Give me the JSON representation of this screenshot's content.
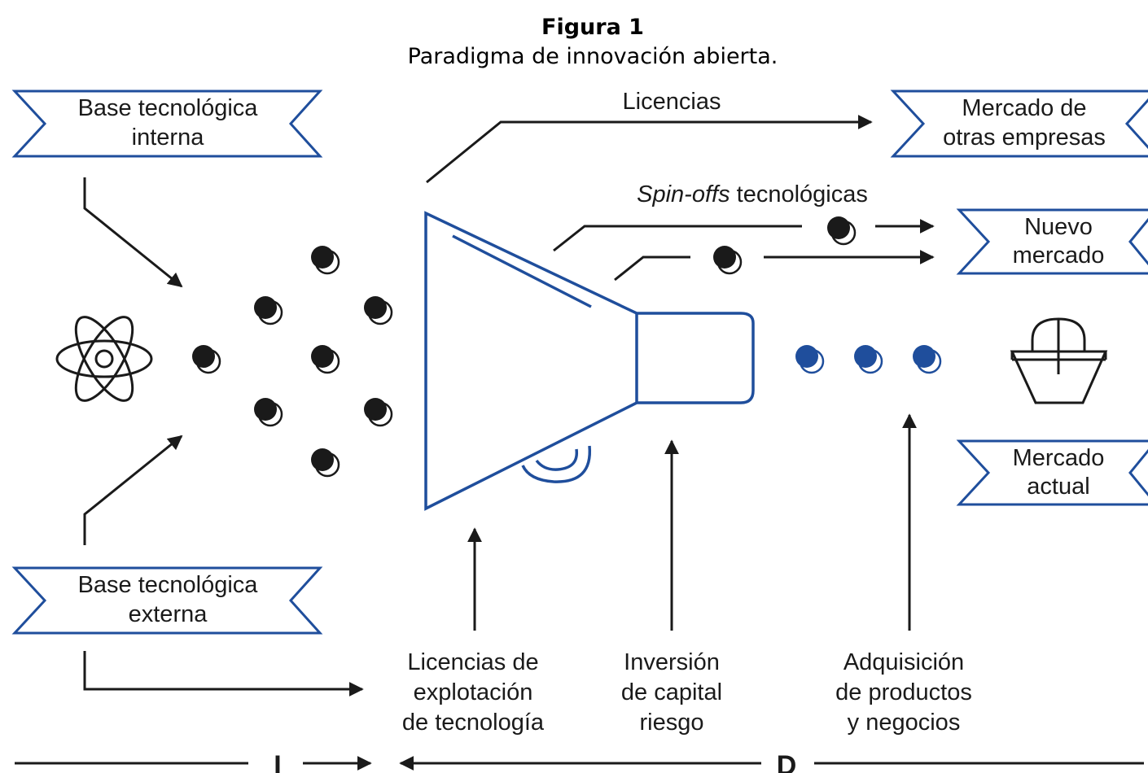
{
  "figure": {
    "title": "Figura 1",
    "subtitle": "Paradigma de innovación abierta."
  },
  "sources": {
    "internal": [
      "Base tecnológica",
      "interna"
    ],
    "external": [
      "Base tecnológica",
      "externa"
    ]
  },
  "markets": {
    "other_companies": [
      "Mercado de",
      "otras empresas"
    ],
    "new_market": [
      "Nuevo",
      "mercado"
    ],
    "current_market": [
      "Mercado",
      "actual"
    ]
  },
  "flows": {
    "licenses": "Licencias",
    "spinoffs_italic": "Spin-offs",
    "spinoffs_rest": " tecnológicas"
  },
  "inputs": {
    "tech_licensing": [
      "Licencias de",
      "explotación",
      "de tecnología"
    ],
    "venture_capital": [
      "Inversión",
      "de capital",
      "riesgo"
    ],
    "acquisition": [
      "Adquisición",
      "de productos",
      "y negocios"
    ]
  },
  "axis": {
    "left_letter": "I",
    "right_letter": "D"
  },
  "icons": [
    "atom-icon",
    "megaphone-funnel-icon",
    "shopping-basket-icon",
    "idea-dot-icon"
  ],
  "colors": {
    "accent_blue": "#1f4e9c",
    "ink": "#1a1a1a"
  }
}
